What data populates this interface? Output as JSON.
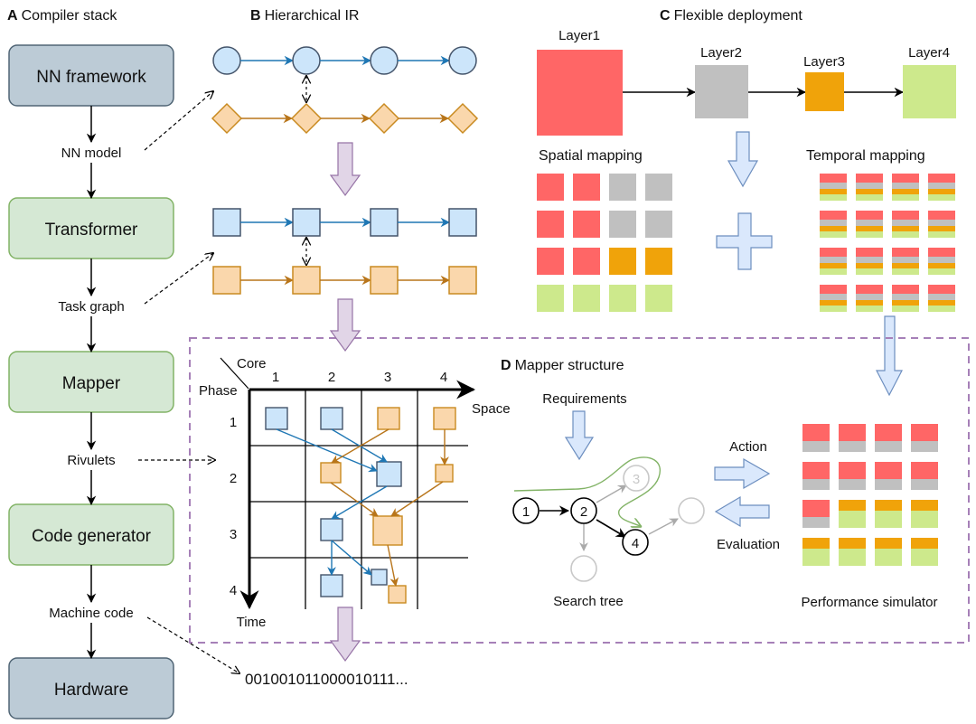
{
  "colors": {
    "hw_fill": "#bccbd6",
    "hw_stroke": "#506575",
    "sw_fill": "#d5e8d4",
    "sw_stroke": "#82b366",
    "blue_fill": "#cce5fa",
    "blue_stroke": "#44546a",
    "blue_edge": "#1f77b4",
    "orange_fill": "#fad7ac",
    "orange_stroke": "#c98a20",
    "orange_edge": "#b8751a",
    "purple_arrow_fill": "#e1d5e7",
    "purple_arrow_stroke": "#9673a6",
    "light_arrow_fill": "#dae8fc",
    "light_arrow_stroke": "#6c8ebf",
    "layer1": "#ff6666",
    "layer2": "#c0c0c0",
    "layer3": "#f0a30a",
    "layer4": "#cde98c",
    "dashed_border": "#a680b8",
    "green_path": "#82b366",
    "gray_node": "#c8c8c8"
  },
  "panelA": {
    "letter": "A",
    "title": "Compiler stack",
    "boxes": [
      "NN framework",
      "Transformer",
      "Mapper",
      "Code generator",
      "Hardware"
    ],
    "intermediates": [
      "NN model",
      "Task graph",
      "Rivulets",
      "Machine code"
    ]
  },
  "panelB": {
    "letter": "B",
    "title": "Hierarchical IR"
  },
  "panelC": {
    "letter": "C",
    "title": "Flexible deployment",
    "layers": [
      "Layer1",
      "Layer2",
      "Layer3",
      "Layer4"
    ],
    "spatial_label": "Spatial mapping",
    "temporal_label": "Temporal mapping",
    "spatial_grid": [
      [
        "layer1",
        "layer1",
        "layer2",
        "layer2"
      ],
      [
        "layer1",
        "layer1",
        "layer2",
        "layer2"
      ],
      [
        "layer1",
        "layer1",
        "layer3",
        "layer3"
      ],
      [
        "layer4",
        "layer4",
        "layer4",
        "layer4"
      ]
    ]
  },
  "panelD": {
    "letter": "D",
    "title": "Mapper structure",
    "grid": {
      "core_label": "Core",
      "phase_label": "Phase",
      "space_label": "Space",
      "time_label": "Time",
      "cores": [
        "1",
        "2",
        "3",
        "4"
      ],
      "phases": [
        "1",
        "2",
        "3",
        "4"
      ]
    },
    "requirements_label": "Requirements",
    "search_tree_label": "Search tree",
    "tree_nodes": [
      "1",
      "2",
      "3",
      "4"
    ],
    "action_label": "Action",
    "evaluation_label": "Evaluation",
    "simulator_label": "Performance simulator",
    "simulator_grid": [
      [
        [
          "layer1",
          "layer2"
        ],
        [
          "layer1",
          "layer2"
        ],
        [
          "layer1",
          "layer2"
        ],
        [
          "layer1",
          "layer2"
        ]
      ],
      [
        [
          "layer1",
          "layer2"
        ],
        [
          "layer1",
          "layer2"
        ],
        [
          "layer1",
          "layer2"
        ],
        [
          "layer1",
          "layer2"
        ]
      ],
      [
        [
          "layer1",
          "layer2"
        ],
        [
          "layer3",
          "layer4"
        ],
        [
          "layer3",
          "layer4"
        ],
        [
          "layer3",
          "layer4"
        ]
      ],
      [
        [
          "layer3",
          "layer4"
        ],
        [
          "layer3",
          "layer4"
        ],
        [
          "layer3",
          "layer4"
        ],
        [
          "layer3",
          "layer4"
        ]
      ]
    ]
  },
  "machine_code_output": "001001011000010111..."
}
